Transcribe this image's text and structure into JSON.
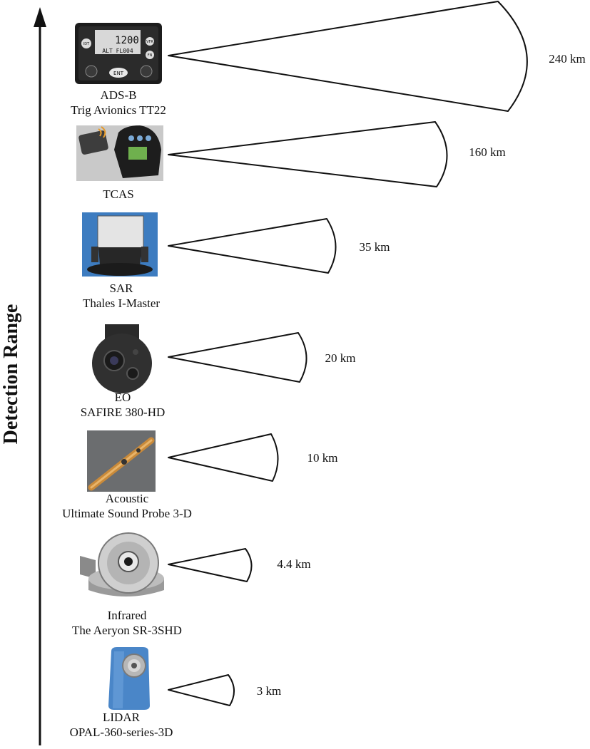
{
  "axis_label": "Detection Range",
  "sensors": [
    {
      "type": "ADS-B",
      "model": "Trig Avionics TT22",
      "range": "240 km",
      "range_km": 240,
      "device": {
        "display_main": "1200",
        "display_sub": "ALT  FL004",
        "btn_ident": "IDT",
        "btn_vfr": "VFR",
        "btn_fn": "FN",
        "btn_ent": "ENT"
      }
    },
    {
      "type": "TCAS",
      "model": "",
      "range": "160 km",
      "range_km": 160
    },
    {
      "type": "SAR",
      "model": "Thales I-Master",
      "range": "35 km",
      "range_km": 35
    },
    {
      "type": "EO",
      "model": "SAFIRE 380-HD",
      "range": "20 km",
      "range_km": 20
    },
    {
      "type": "Acoustic",
      "model": "Ultimate Sound Probe 3-D",
      "range": "10 km",
      "range_km": 10
    },
    {
      "type": "Infrared",
      "model": "The Aeryon SR-3SHD",
      "range": "4.4 km",
      "range_km": 4.4
    },
    {
      "type": "LIDAR",
      "model": "OPAL-360-series-3D",
      "range": "3 km",
      "range_km": 3
    }
  ]
}
